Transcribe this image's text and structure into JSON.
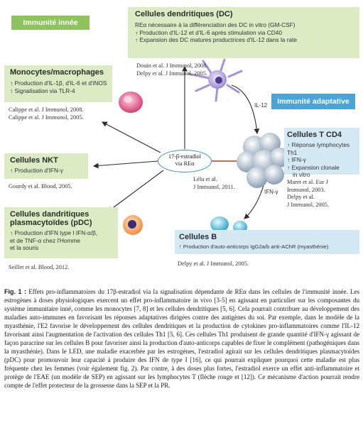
{
  "tags": {
    "innate": "Immunité innée",
    "adaptive": "Immunité adaptative"
  },
  "dc": {
    "title": "Cellules dendritiques (DC)",
    "lines": [
      "REα nécessaire à la différenciation des DC in vitro (GM-CSF)",
      "↑ Production d'IL-12 et d'IL-6 après stimulation via CD40",
      "↑ Expansion des DC matures productrices d'IL-12 dans la rate"
    ],
    "refs": [
      "Douin et al. J Immunol, 2008.",
      "Delpy et al. J Immunol, 2005."
    ]
  },
  "mono": {
    "title": "Monocytes/macrophages",
    "lines": [
      "↑ Production d'IL-1β, d'IL-6 et d'iNOS",
      "↑ Signalisation via TLR-4"
    ],
    "refs": [
      "Calippe et al. J Immunol, 2008.",
      "Calippe et al. J Immunol, 2005."
    ]
  },
  "nkt": {
    "title": "Cellules NKT",
    "lines": [
      "↑ Production d'IFN-γ"
    ],
    "refs": [
      "Gourdy et al. Blood, 2005."
    ]
  },
  "pdc": {
    "title": "Cellules dandritiques plasmacytoïdes (pDC)",
    "title_lines": [
      "Cellules dandritiques",
      "plasmacytoïdes (pDC)"
    ],
    "lines": [
      "↑ Production d'IFN type I IFN-α/β,",
      "et de TNF-α chez l'Homme",
      "et la souris"
    ],
    "refs": [
      "Seillet et al. Blood, 2012."
    ]
  },
  "tcd4": {
    "title": "Cellules T CD4",
    "lines": [
      "↑ Réponse lymphocytes Th1",
      "↑ IFN-γ",
      "↑ Expansion clonale",
      "in vitro"
    ],
    "refs": [
      "Maret et al. Eur J",
      "Immunol, 2003.",
      "Delpy et al.",
      "J Immunol, 2005."
    ]
  },
  "bcell": {
    "title": "Cellules B",
    "lines": [
      "↑ Production d'auto-anticorps IgG2a/b anti-AChR (myasthénie)"
    ],
    "refs": [
      "Delpy et al. J Immunol, 2005."
    ]
  },
  "center": {
    "line1": "17-β-estradiol",
    "line2": "via REα"
  },
  "lelu": {
    "line1": "Lélu et al.",
    "line2": "J Immunol, 2011."
  },
  "arrow_labels": {
    "il12": "IL-12",
    "ifng": "IFN-γ"
  },
  "caption": {
    "fig": "Fig. 1 :",
    "text": " Effets pro-inflammatoires du 17β-estradiol via la signalisation dépendante de REα dans les cellules de l'immunité innée. Les estrogènes à doses physiologiques exercent un effet pro-inflammatoire in vivo [3-5] en agissant en particulier sur les composantes du système immunitaire inné, comme les monocytes [7, 8] et les cellules dendritiques [5, 6]. Cela pourrait contribuer au développement des maladies auto-immunes en favorisant les réponses adaptatives dirigées contre des antigènes du soi. Par exemple, dans le modèle de la myasthénie, l'E2 favorise le développement des cellules dendritiques et la production de cytokines pro-inflammatoires comme l'IL-12 favorisant ainsi l'augmentation de l'activation des cellules Th1 [5, 6]. Ces cellules Th1 produisent de grande quantité d'IFN-γ agissant de façon paracrine sur les cellules B pour favoriser ainsi la production d'auto-anticorps capables de fixer le complément (pathogéniques dans la myasthénie). Dans le LED, une maladie exacerbée par les estrogènes, l'estradiol agirait sur les cellules dendritiques plasmacytoïdes (pDC) pour promouvoir leur capacité à produire des IFN de type I [16], ce qui pourrait expliquer pourquoi cette maladie est plus fréquente chez les femmes (voir également fig. 2). Par contre, à des doses plus fortes, l'estradiol exerce un effet anti-inflammatoire et protège de l'EAE (un modèle de SEP) en agissant sur les lymphocytes T (flèche rouge et [12]). Ce mécanisme d'action pourrait rendre compte de l'effet protecteur de la grossesse dans la SEP et la PR."
  },
  "colors": {
    "innate_green": "#8fc35e",
    "adaptive_blue": "#4ba4d6",
    "green_bg": "#dcebc3",
    "blue_bg": "#d5e9f5",
    "inhibit_red": "#c0392b"
  }
}
